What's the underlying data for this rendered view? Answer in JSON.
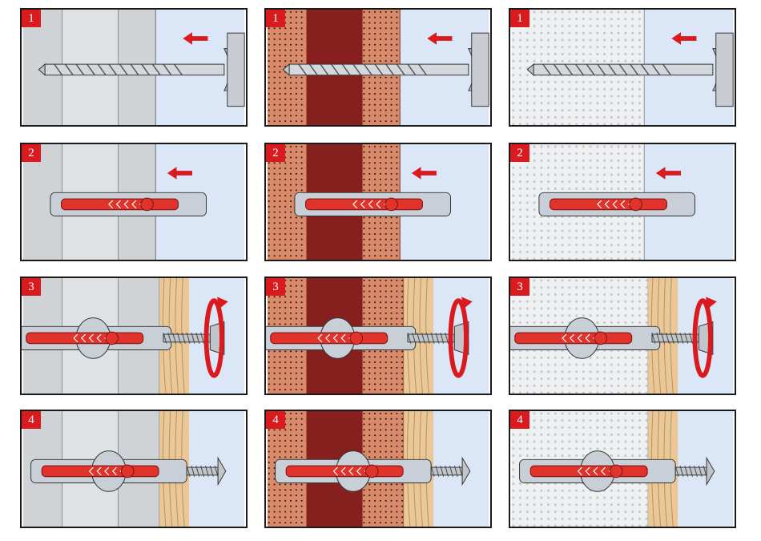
{
  "colors": {
    "step_badge": "#d91a1f",
    "arrow": "#d91a1f",
    "plug_red": "#e0332c",
    "plug_grey": "#c9cfd6",
    "brick": "#d88a6a",
    "brick_core": "#86201f",
    "concrete_grey": "#cfd3d6",
    "aerated": "#eef0f2",
    "wood": "#e9c796",
    "sky": "#dbe7f6"
  },
  "walls": [
    "solid-masonry",
    "perforated-brick",
    "aerated-concrete"
  ],
  "steps": [
    {
      "label": "1",
      "tool": "drill"
    },
    {
      "label": "2",
      "tool": "insert-plug"
    },
    {
      "label": "3",
      "tool": "screw-in"
    },
    {
      "label": "4",
      "tool": "fixed"
    }
  ]
}
